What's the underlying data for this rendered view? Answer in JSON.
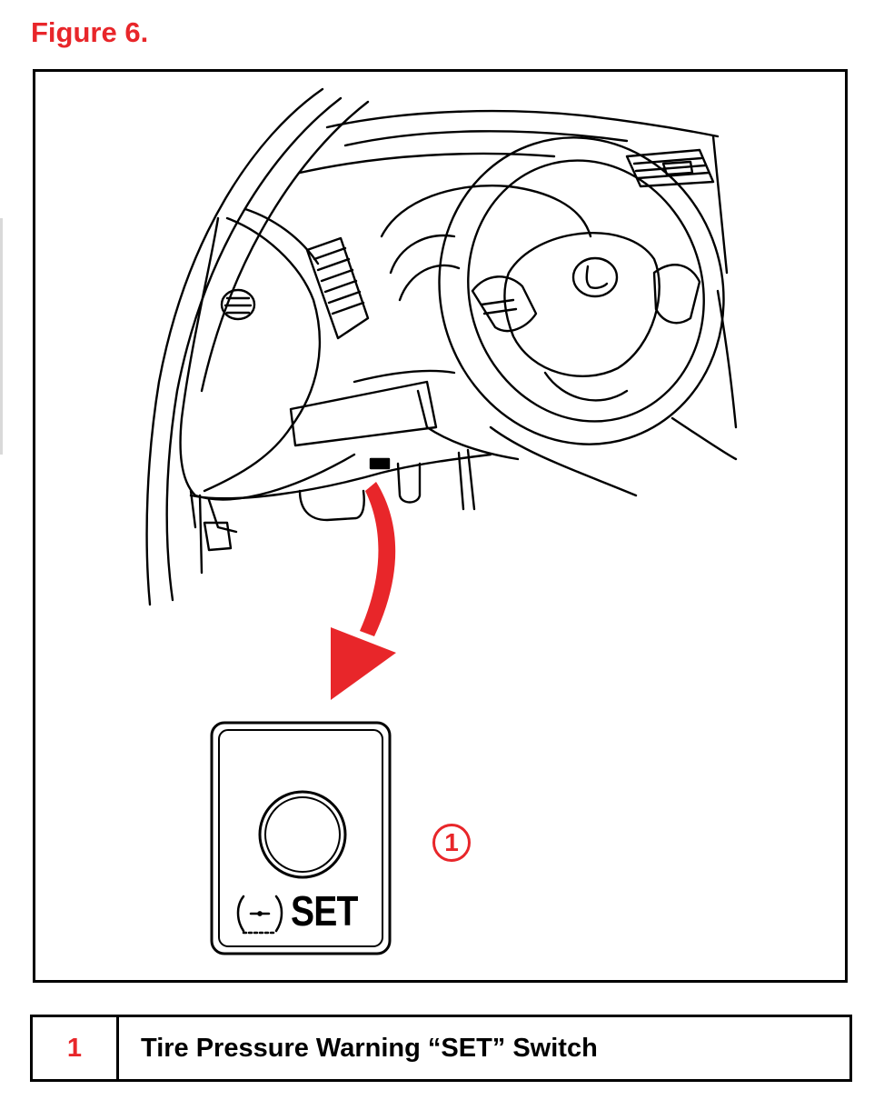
{
  "figure": {
    "title": "Figure 6."
  },
  "switch": {
    "label": "SET",
    "callout": "1"
  },
  "legend": {
    "rows": [
      {
        "number": "1",
        "description": "Tire Pressure Warning “SET” Switch"
      }
    ]
  },
  "colors": {
    "accent": "#e8262a",
    "line": "#000000",
    "background": "#ffffff"
  },
  "icons": {
    "switch_symbol": "tire-pressure-icon",
    "emblem": "lexus-emblem-icon",
    "pointer": "curved-arrow"
  }
}
